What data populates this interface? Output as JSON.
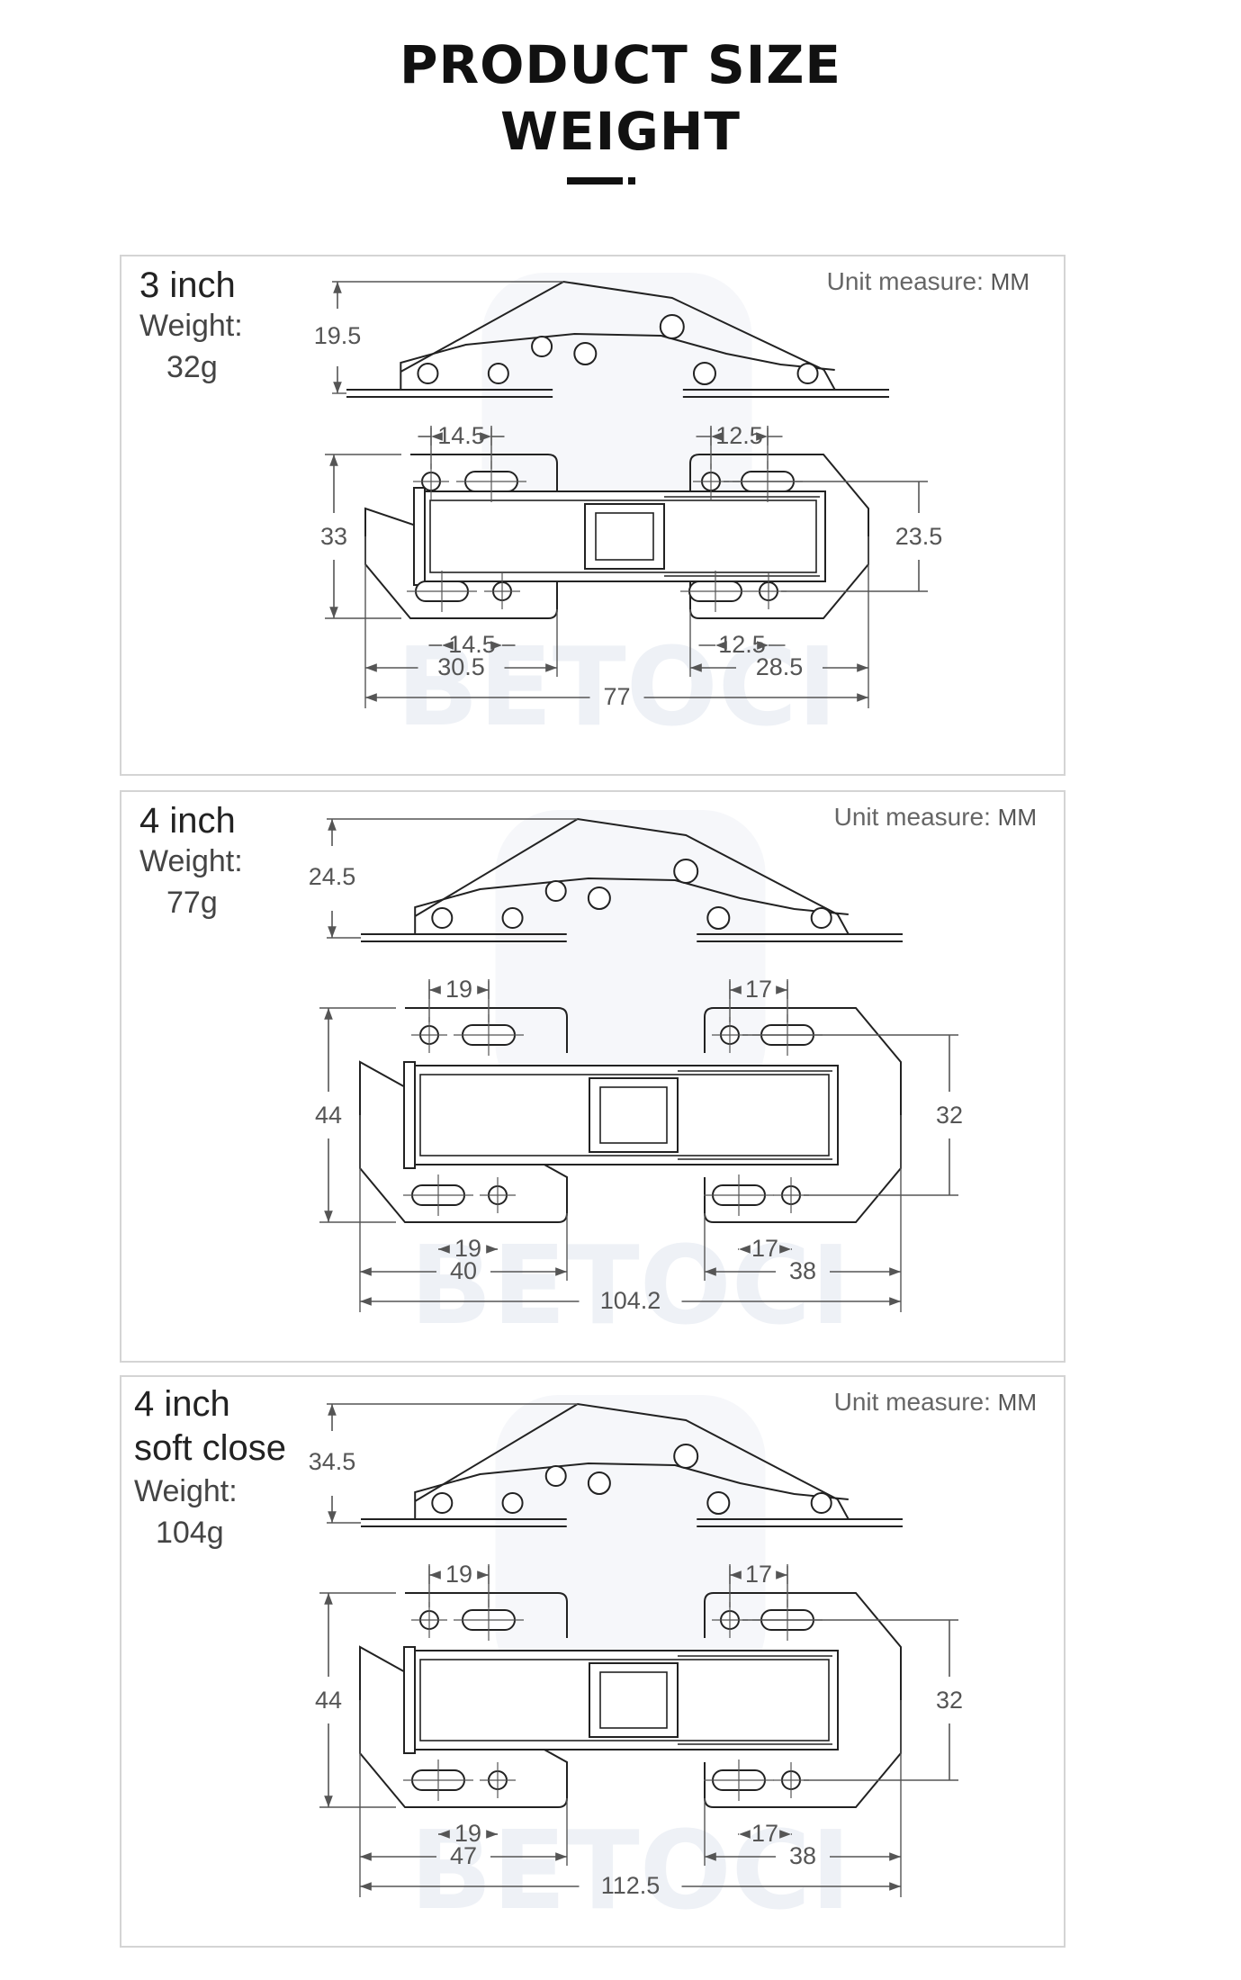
{
  "header": {
    "title_line1": "PRODUCT SIZE",
    "title_line2": "WEIGHT"
  },
  "watermark": "BETOCI",
  "colors": {
    "line": "#222222",
    "dim": "#555555",
    "border": "#d4d4d4",
    "watermark": "#eef1f6"
  },
  "panels": [
    {
      "title": "3 inch",
      "weight_label": "Weight:",
      "weight_value": "32g",
      "unit_label": "Unit measure:",
      "unit_value": "MM",
      "dims": {
        "height": "19.5",
        "left_hole_top": "14.5",
        "right_hole_top": "12.5",
        "plate_height": "33",
        "right_plate_height": "23.5",
        "left_hole_bottom": "14.5",
        "right_hole_bottom": "12.5",
        "left_width": "30.5",
        "right_width": "28.5",
        "total_width": "77"
      }
    },
    {
      "title": "4 inch",
      "weight_label": "Weight:",
      "weight_value": "77g",
      "unit_label": "Unit measure:",
      "unit_value": "MM",
      "dims": {
        "height": "24.5",
        "left_hole_top": "19",
        "right_hole_top": "17",
        "plate_height": "44",
        "right_plate_height": "32",
        "left_hole_bottom": "19",
        "right_hole_bottom": "17",
        "left_width": "40",
        "right_width": "38",
        "total_width": "104.2"
      }
    },
    {
      "title": "4 inch",
      "title_line2": "soft close",
      "weight_label": "Weight:",
      "weight_value": "104g",
      "unit_label": "Unit measure:",
      "unit_value": "MM",
      "dims": {
        "height": "34.5",
        "left_hole_top": "19",
        "right_hole_top": "17",
        "plate_height": "44",
        "right_plate_height": "32",
        "left_hole_bottom": "19",
        "right_hole_bottom": "17",
        "left_width": "47",
        "right_width": "38",
        "total_width": "112.5"
      }
    }
  ]
}
